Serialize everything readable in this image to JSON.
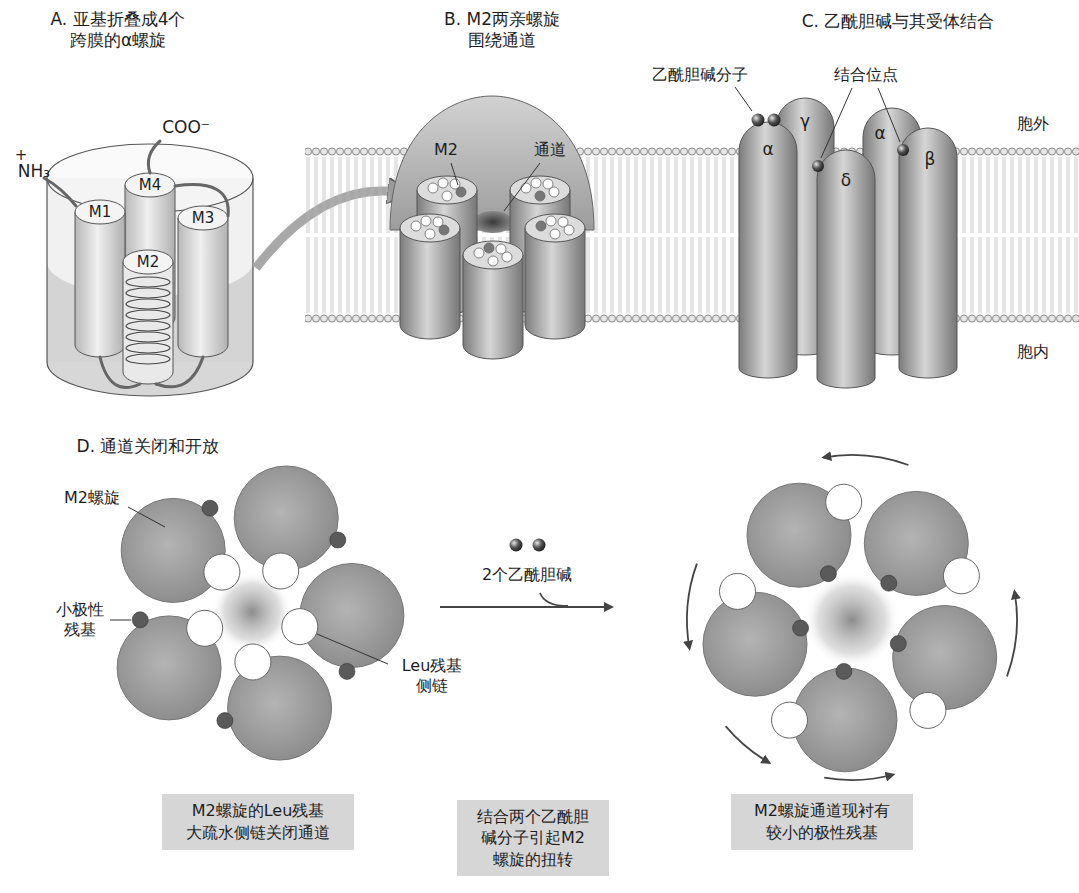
{
  "diagram": {
    "nodes": [
      {
        "text": [
          "M2螺旋的Leu残基 大疏水侧链关闭通道"
        ]
      },
      {
        "text": [
          "结合两个乙酰胆 碱分子引起M2 螺旋的扭转"
        ]
      },
      {
        "text": [
          "M2螺旋通道现衬有 较小的极性残基"
        ]
      }
    ],
    "labels": [
      "A. 亚基折叠成4个 跨膜的α螺旋",
      "+",
      "NH₃",
      "COO⁻",
      "M1",
      "M4",
      "M3",
      "M2",
      "B. M2两亲螺旋 围绕通道",
      "M2",
      "通道",
      "C. 乙酰胆碱与其受体结合",
      "乙酰胆碱分子",
      "结合位点",
      "胞外",
      "γ",
      "α",
      "α",
      "δ",
      "β",
      "胞内",
      "D. 通道关闭和开放",
      "M2螺旋",
      "小极性 残基",
      "Leu残基 侧链",
      "2个乙酰胆碱"
    ]
  }
}
